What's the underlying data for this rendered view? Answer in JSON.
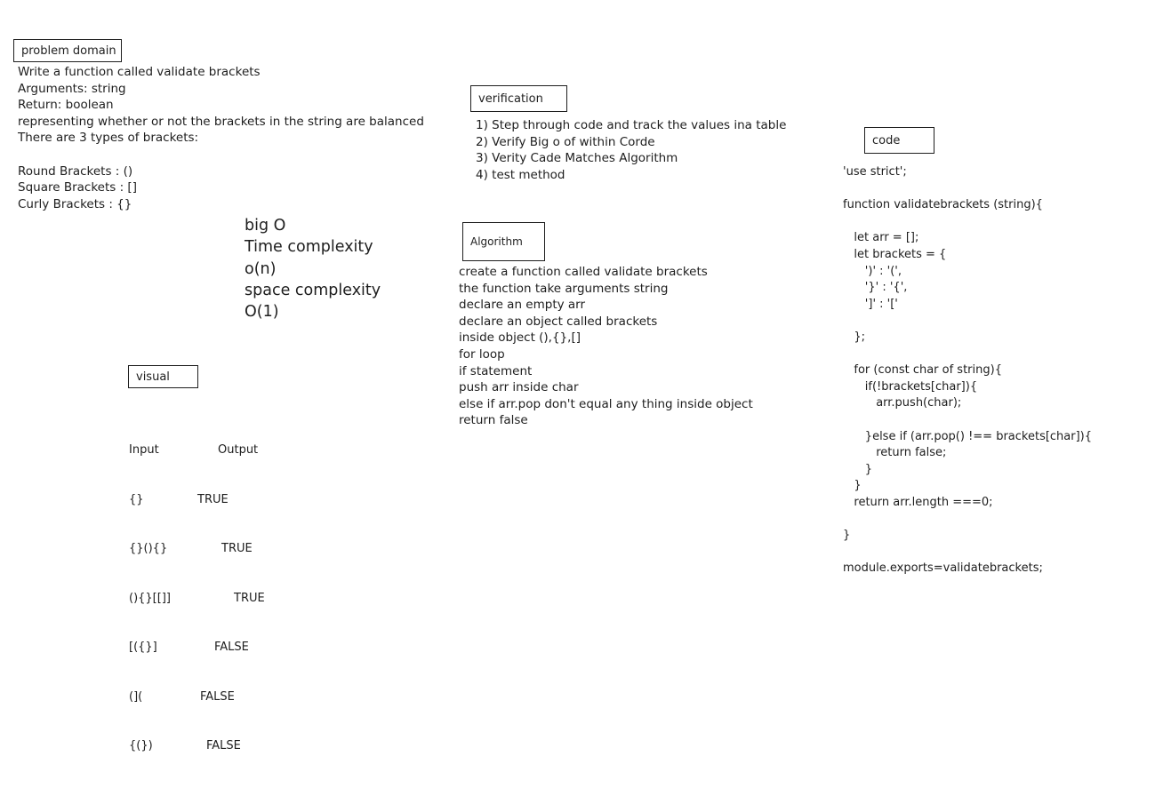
{
  "problem_domain": {
    "heading": "problem domain",
    "lines": [
      "Write a function called validate brackets",
      "Arguments: string",
      "Return: boolean",
      "representing whether or not the brackets in the string are balanced",
      "There are 3 types of brackets:",
      "",
      "Round Brackets : ()",
      "Square Brackets : []",
      "Curly Brackets : {}"
    ]
  },
  "big_o": {
    "lines": [
      "big O",
      "Time complexity",
      "o(n)",
      "space complexity",
      "O(1)"
    ]
  },
  "visual": {
    "heading": "visual",
    "columns": [
      "Input",
      "Output"
    ],
    "rows": [
      {
        "input": "{}",
        "output": "TRUE"
      },
      {
        "input": "{}(){}",
        "output": "TRUE"
      },
      {
        "input": "(){}[[]]",
        "output": "TRUE"
      },
      {
        "input": "[({}]",
        "output": "FALSE"
      },
      {
        "input": "(](",
        "output": "FALSE"
      },
      {
        "input": "{(})",
        "output": "FALSE"
      }
    ]
  },
  "verification": {
    "heading": "verification",
    "lines": [
      "1) Step through code and track the values ina table",
      "2) Verify Big o of within Corde",
      "3) Verity Cade Matches Algorithm",
      "4) test method"
    ]
  },
  "algorithm": {
    "heading": "Algorithm",
    "lines": [
      "create a function called validate brackets",
      "the function take arguments string",
      "declare an empty arr",
      "declare an object called brackets",
      "inside object (),{},[]",
      "for loop",
      "if statement",
      "push arr inside char",
      "else if arr.pop don't equal any thing inside object",
      "return false"
    ]
  },
  "code": {
    "heading": "code",
    "lines": [
      "'use strict';",
      "",
      "function validatebrackets (string){",
      "",
      "   let arr = [];",
      "   let brackets = {",
      "      ')' : '(',",
      "      '}' : '{',",
      "      ']' : '['",
      "",
      "   };",
      "",
      "   for (const char of string){",
      "      if(!brackets[char]){",
      "         arr.push(char);",
      "",
      "      }else if (arr.pop() !== brackets[char]){",
      "         return false;",
      "      }",
      "   }",
      "   return arr.length ===0;",
      "",
      "}",
      "",
      "module.exports=validatebrackets;"
    ]
  }
}
